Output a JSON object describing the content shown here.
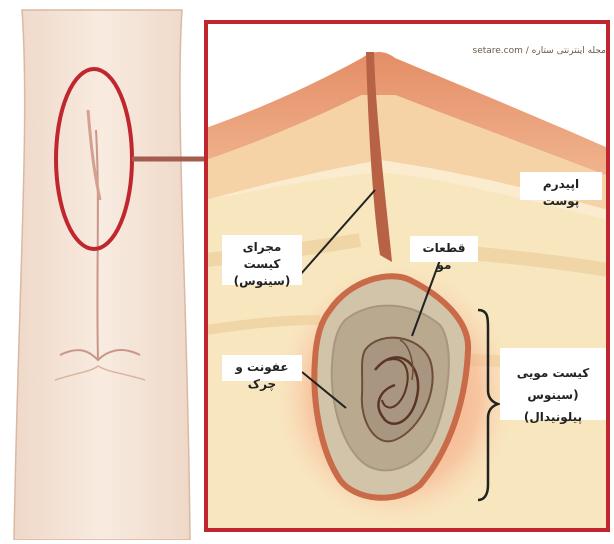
{
  "watermark": "setare.com / مجله اینترنتی ستاره",
  "labels": {
    "epidermis": "اپیدرم پوست",
    "sinus_tract": [
      "مجرای کیست",
      "(سینوس)"
    ],
    "hair_fragments": "قطعات مو",
    "pilonidal_cyst": [
      "کیست مویی",
      "(سینوس پیلونیدال)"
    ],
    "infection_pus": "عفونت و چرک"
  },
  "colors": {
    "skin": "#f3e2d4",
    "frame": "#c0262d",
    "epidermis": "#e8a076",
    "dermis": "#f7e2b3",
    "cyst": "#bfb39d",
    "inflammation": "#f19a73"
  }
}
